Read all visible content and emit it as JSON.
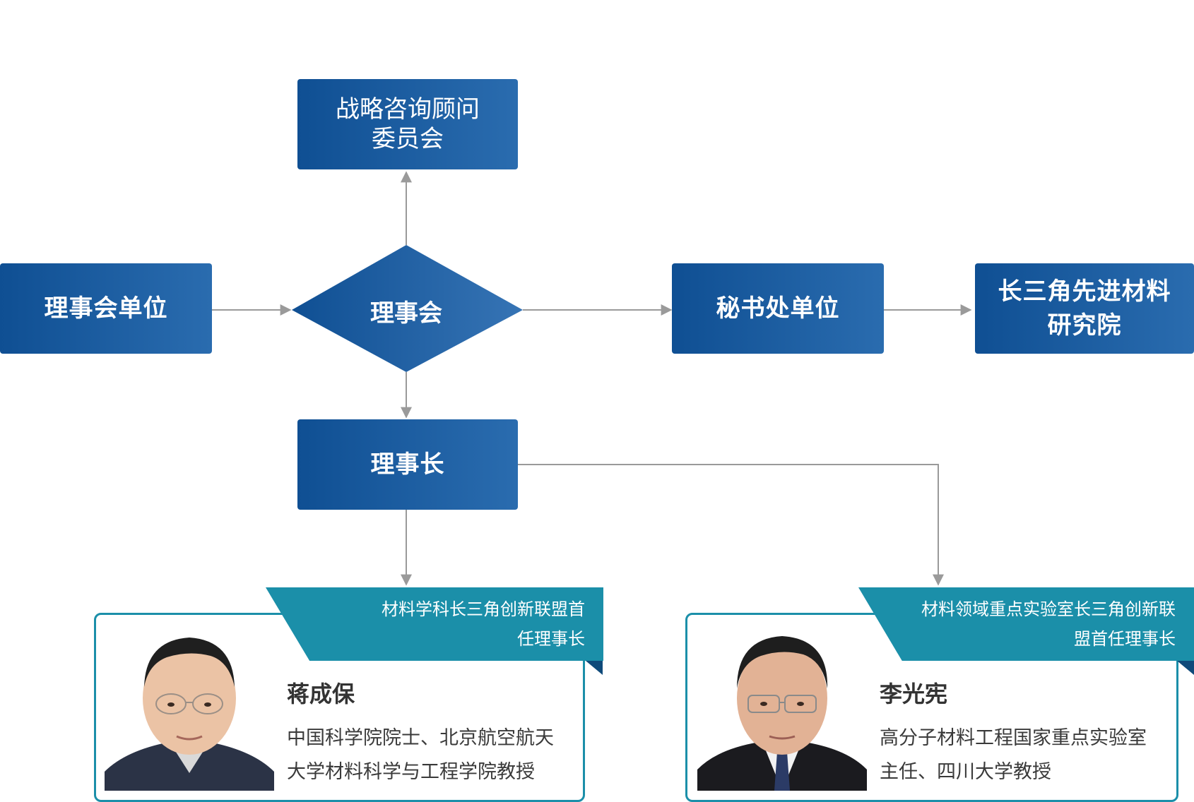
{
  "nodes": {
    "advisory": {
      "line1": "战略咨询顾问",
      "line2": "委员会"
    },
    "member_units": {
      "label": "理事会单位"
    },
    "council": {
      "label": "理事会"
    },
    "secretariat": {
      "label": "秘书处单位"
    },
    "institute": {
      "line1": "长三角先进材料",
      "line2": "研究院"
    },
    "chairman": {
      "label": "理事长"
    }
  },
  "people": [
    {
      "banner_line1": "材料学科长三角创新联盟首",
      "banner_line2": "任理事长",
      "name": "蒋成保",
      "desc_line1": "中国科学院院士、北京航空航天",
      "desc_line2": "大学材料科学与工程学院教授"
    },
    {
      "banner_line1": "材料领域重点实验室长三角创新联",
      "banner_line2": "盟首任理事长",
      "name": "李光宪",
      "desc_line1": "高分子材料工程国家重点实验室",
      "desc_line2": "主任、四川大学教授"
    }
  ],
  "colors": {
    "node_gradient_start": "#0f4f93",
    "node_gradient_end": "#2a6caf",
    "card_accent": "#1b8fa9",
    "connector": "#9a9a9a"
  }
}
